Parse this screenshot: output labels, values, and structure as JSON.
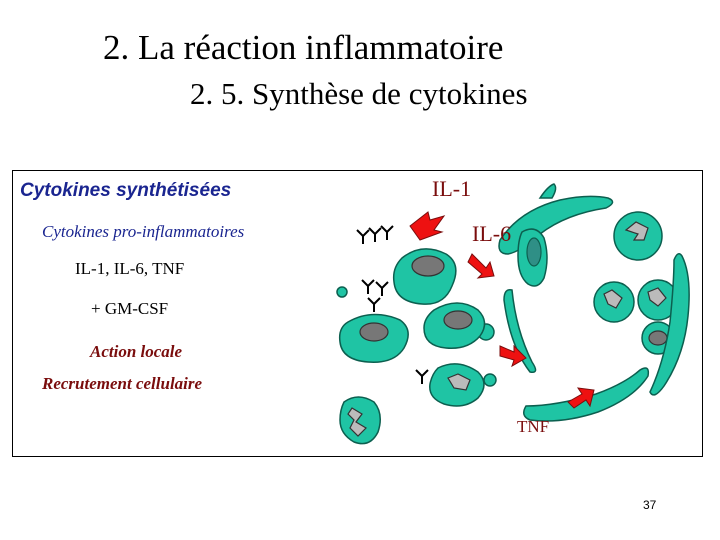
{
  "slide": {
    "title": "2. La réaction inflammatoire",
    "subtitle": "2. 5. Synthèse de cytokines",
    "page_number": "37"
  },
  "panel": {
    "heading": "Cytokines synthétisées",
    "subheading": "Cytokines pro-inflammatoires",
    "list_line1": "IL-1, IL-6, TNF",
    "list_line2": "+ GM-CSF",
    "effect1": "Action locale",
    "effect2": "Recrutement cellulaire"
  },
  "diagram": {
    "label_il1": "IL-1",
    "label_il6": "IL-6",
    "label_tnf": "TNF",
    "colors": {
      "cell": "#1fc4a4",
      "cell_outline": "#0c5f4f",
      "dark_cell": "#2f8f86",
      "nucleus": "#777777",
      "arrow": "#ee1111",
      "text_blue": "#1a2590",
      "text_red": "#7a0d0d"
    }
  }
}
